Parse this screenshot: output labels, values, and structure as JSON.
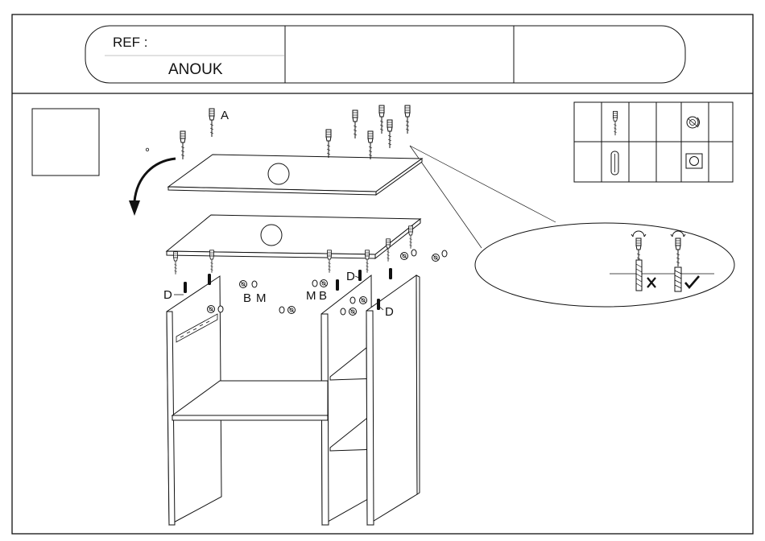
{
  "header": {
    "ref_label": "REF :",
    "model_name": "ANOUK"
  },
  "step": {
    "number": "",
    "rotate_mark": "°"
  },
  "callouts": {
    "part_a": "A",
    "part_d_left": "D",
    "part_d_mid": "D",
    "part_d_right": "D",
    "part_b_left": "B",
    "part_m_left": "M",
    "part_m_mid": "M",
    "part_b_mid": "B"
  },
  "icons": {
    "screw": "screw-icon",
    "dowel": "wooden-dowel-icon",
    "cam": "cam-lock-icon",
    "cap": "cover-cap-icon",
    "correct": "check-icon",
    "wrong": "cross-icon"
  }
}
